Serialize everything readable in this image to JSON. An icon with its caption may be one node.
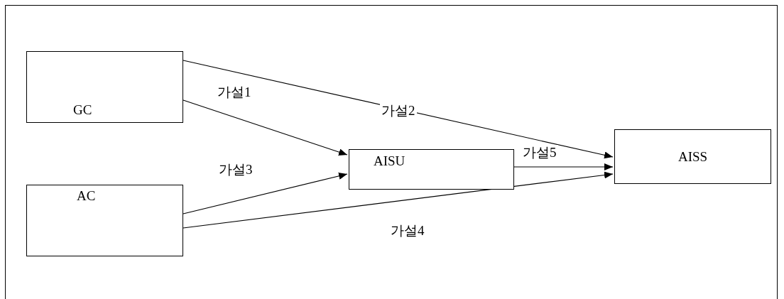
{
  "diagram": {
    "nodes": [
      {
        "text": [
          "GC"
        ]
      },
      {
        "text": [
          "AC"
        ]
      },
      {
        "text": [
          "AISU"
        ]
      },
      {
        "text": [
          "AISS"
        ]
      }
    ],
    "edges": [
      {
        "from": 0,
        "to": 2,
        "arrow": "to",
        "label": "가설1"
      },
      {
        "from": 0,
        "to": 3,
        "arrow": "to",
        "label": "가설2"
      },
      {
        "from": 1,
        "to": 2,
        "arrow": "to",
        "label": "가설3"
      },
      {
        "from": 1,
        "to": 3,
        "arrow": "to",
        "label": "가설4"
      },
      {
        "from": 2,
        "to": 3,
        "arrow": "to",
        "label": "가설5"
      }
    ]
  }
}
